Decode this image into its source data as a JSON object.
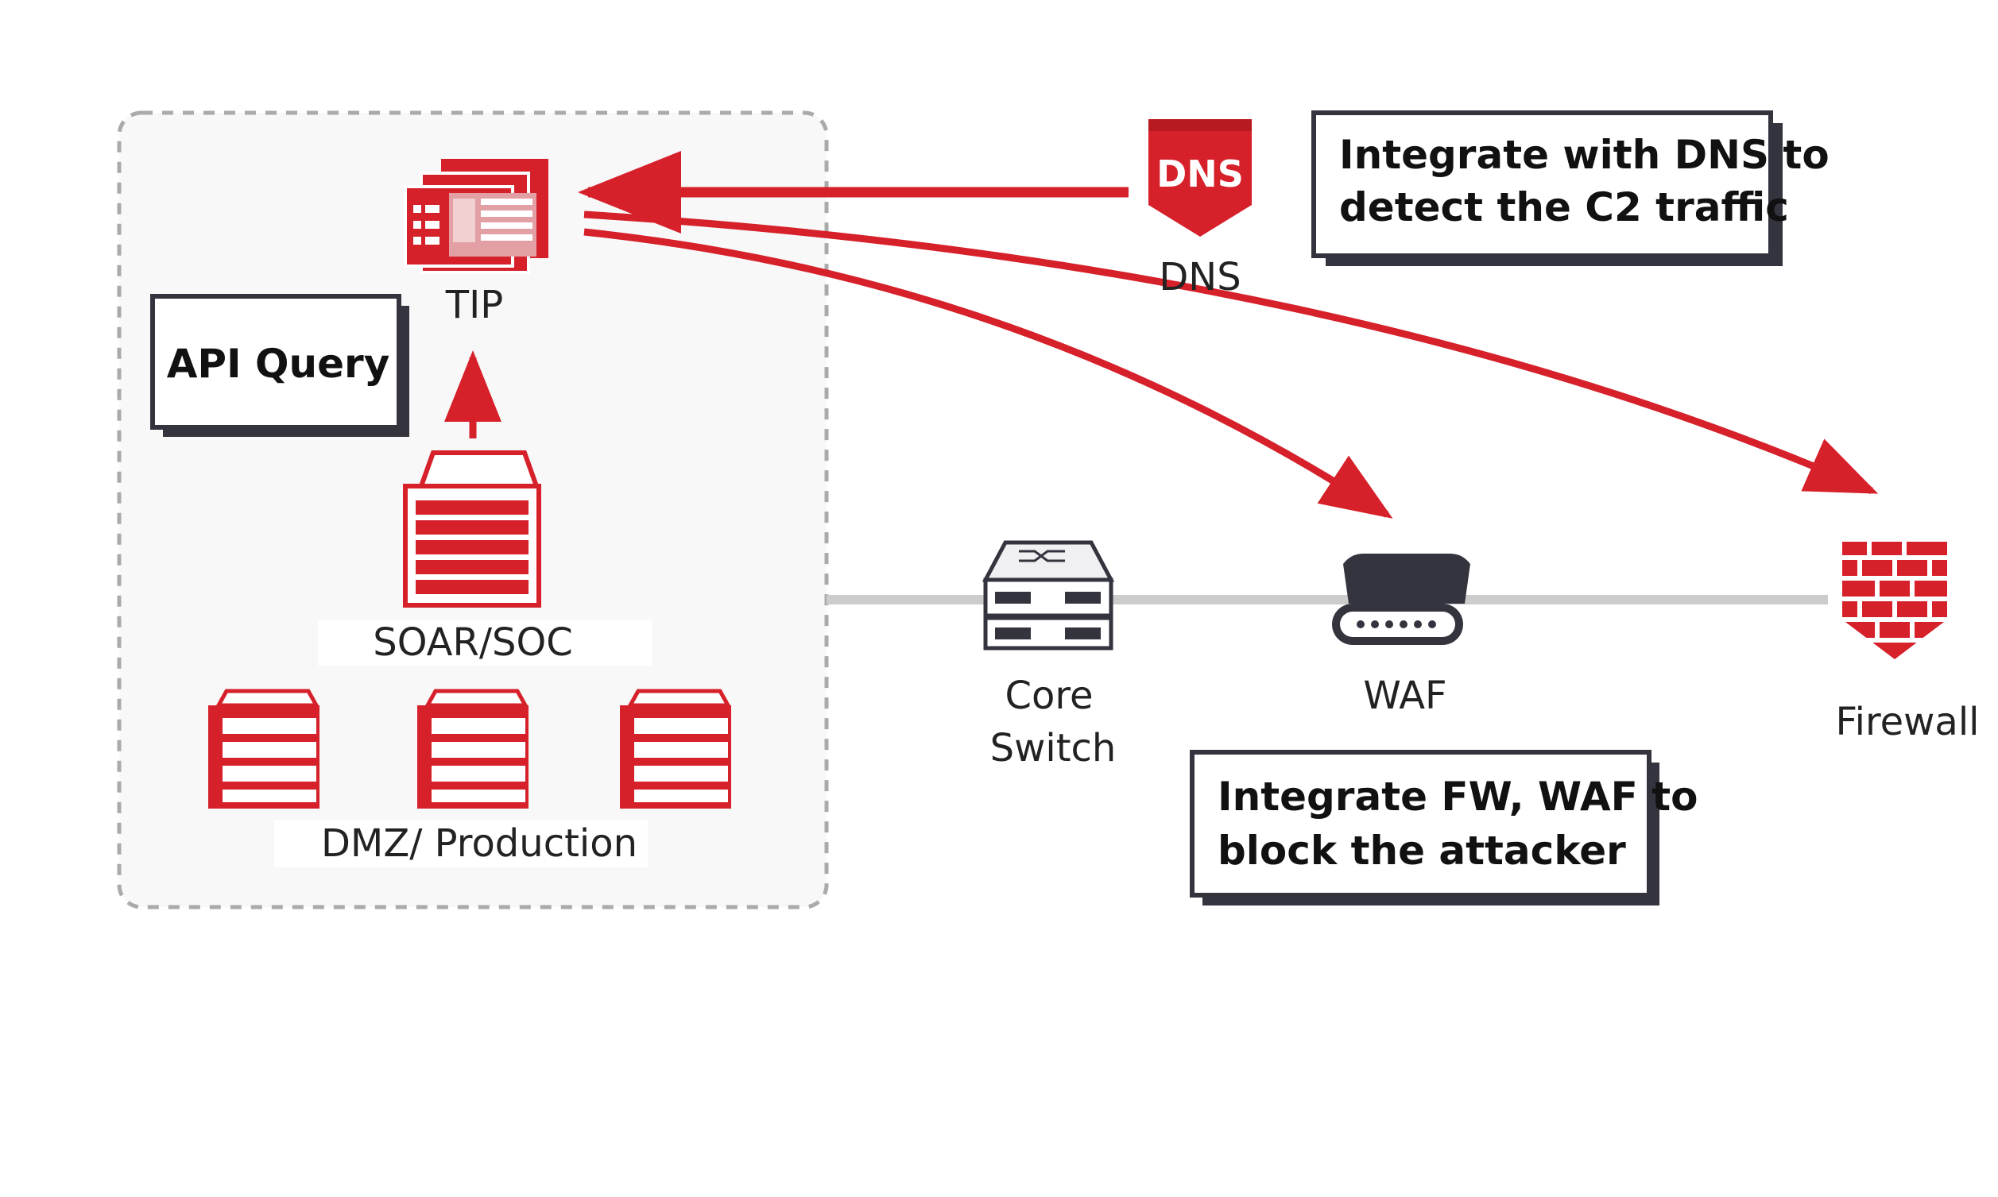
{
  "colors": {
    "accent": "#d6202a",
    "dark": "#33343e",
    "line": "#cccccc",
    "zone_border": "#aaaaaa"
  },
  "zone": {
    "name": "internal-zone"
  },
  "nodes": {
    "tip": {
      "label": "TIP",
      "icon": "threat-intel-platform-icon"
    },
    "soar": {
      "label": "SOAR/SOC",
      "icon": "server-stack-icon"
    },
    "dmz": {
      "label": "DMZ/ Production",
      "icon": "server-icon"
    },
    "dns": {
      "label": "DNS",
      "badge": "DNS",
      "icon": "dns-shield-icon"
    },
    "core_switch": {
      "label_line1": "Core",
      "label_line2": "Switch",
      "icon": "network-switch-icon"
    },
    "waf": {
      "label": "WAF",
      "icon": "waf-appliance-icon"
    },
    "firewall": {
      "label": "Firewall",
      "icon": "firewall-brick-icon"
    }
  },
  "callouts": {
    "api": {
      "line1": "API Query"
    },
    "dns": {
      "line1": "Integrate with DNS to",
      "line2": "detect the C2 traffic"
    },
    "fw": {
      "line1": "Integrate FW, WAF to",
      "line2": "block the attacker"
    }
  }
}
